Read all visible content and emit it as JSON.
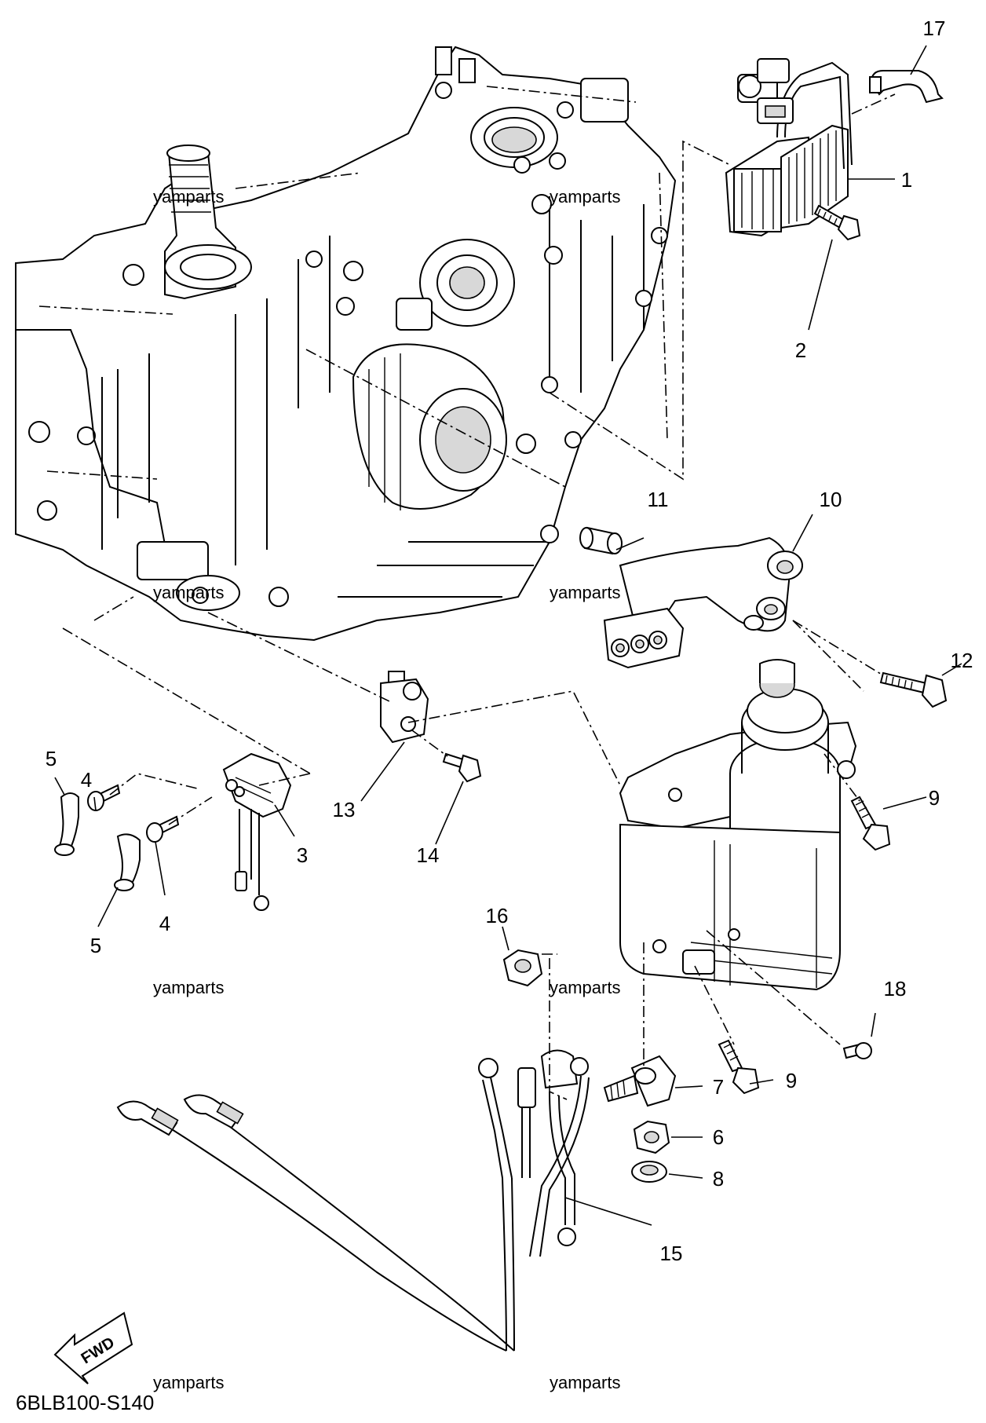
{
  "diagram_code": "6BLB100-S140",
  "watermark": "yamparts",
  "fwd_label": "FWD",
  "callouts": {
    "c1": "1",
    "c2": "2",
    "c3": "3",
    "c4a": "4",
    "c4b": "4",
    "c5a": "5",
    "c5b": "5",
    "c6": "6",
    "c7": "7",
    "c8": "8",
    "c9a": "9",
    "c9b": "9",
    "c10": "10",
    "c11": "11",
    "c12": "12",
    "c13": "13",
    "c14": "14",
    "c15": "15",
    "c16": "16",
    "c17": "17",
    "c18": "18"
  }
}
